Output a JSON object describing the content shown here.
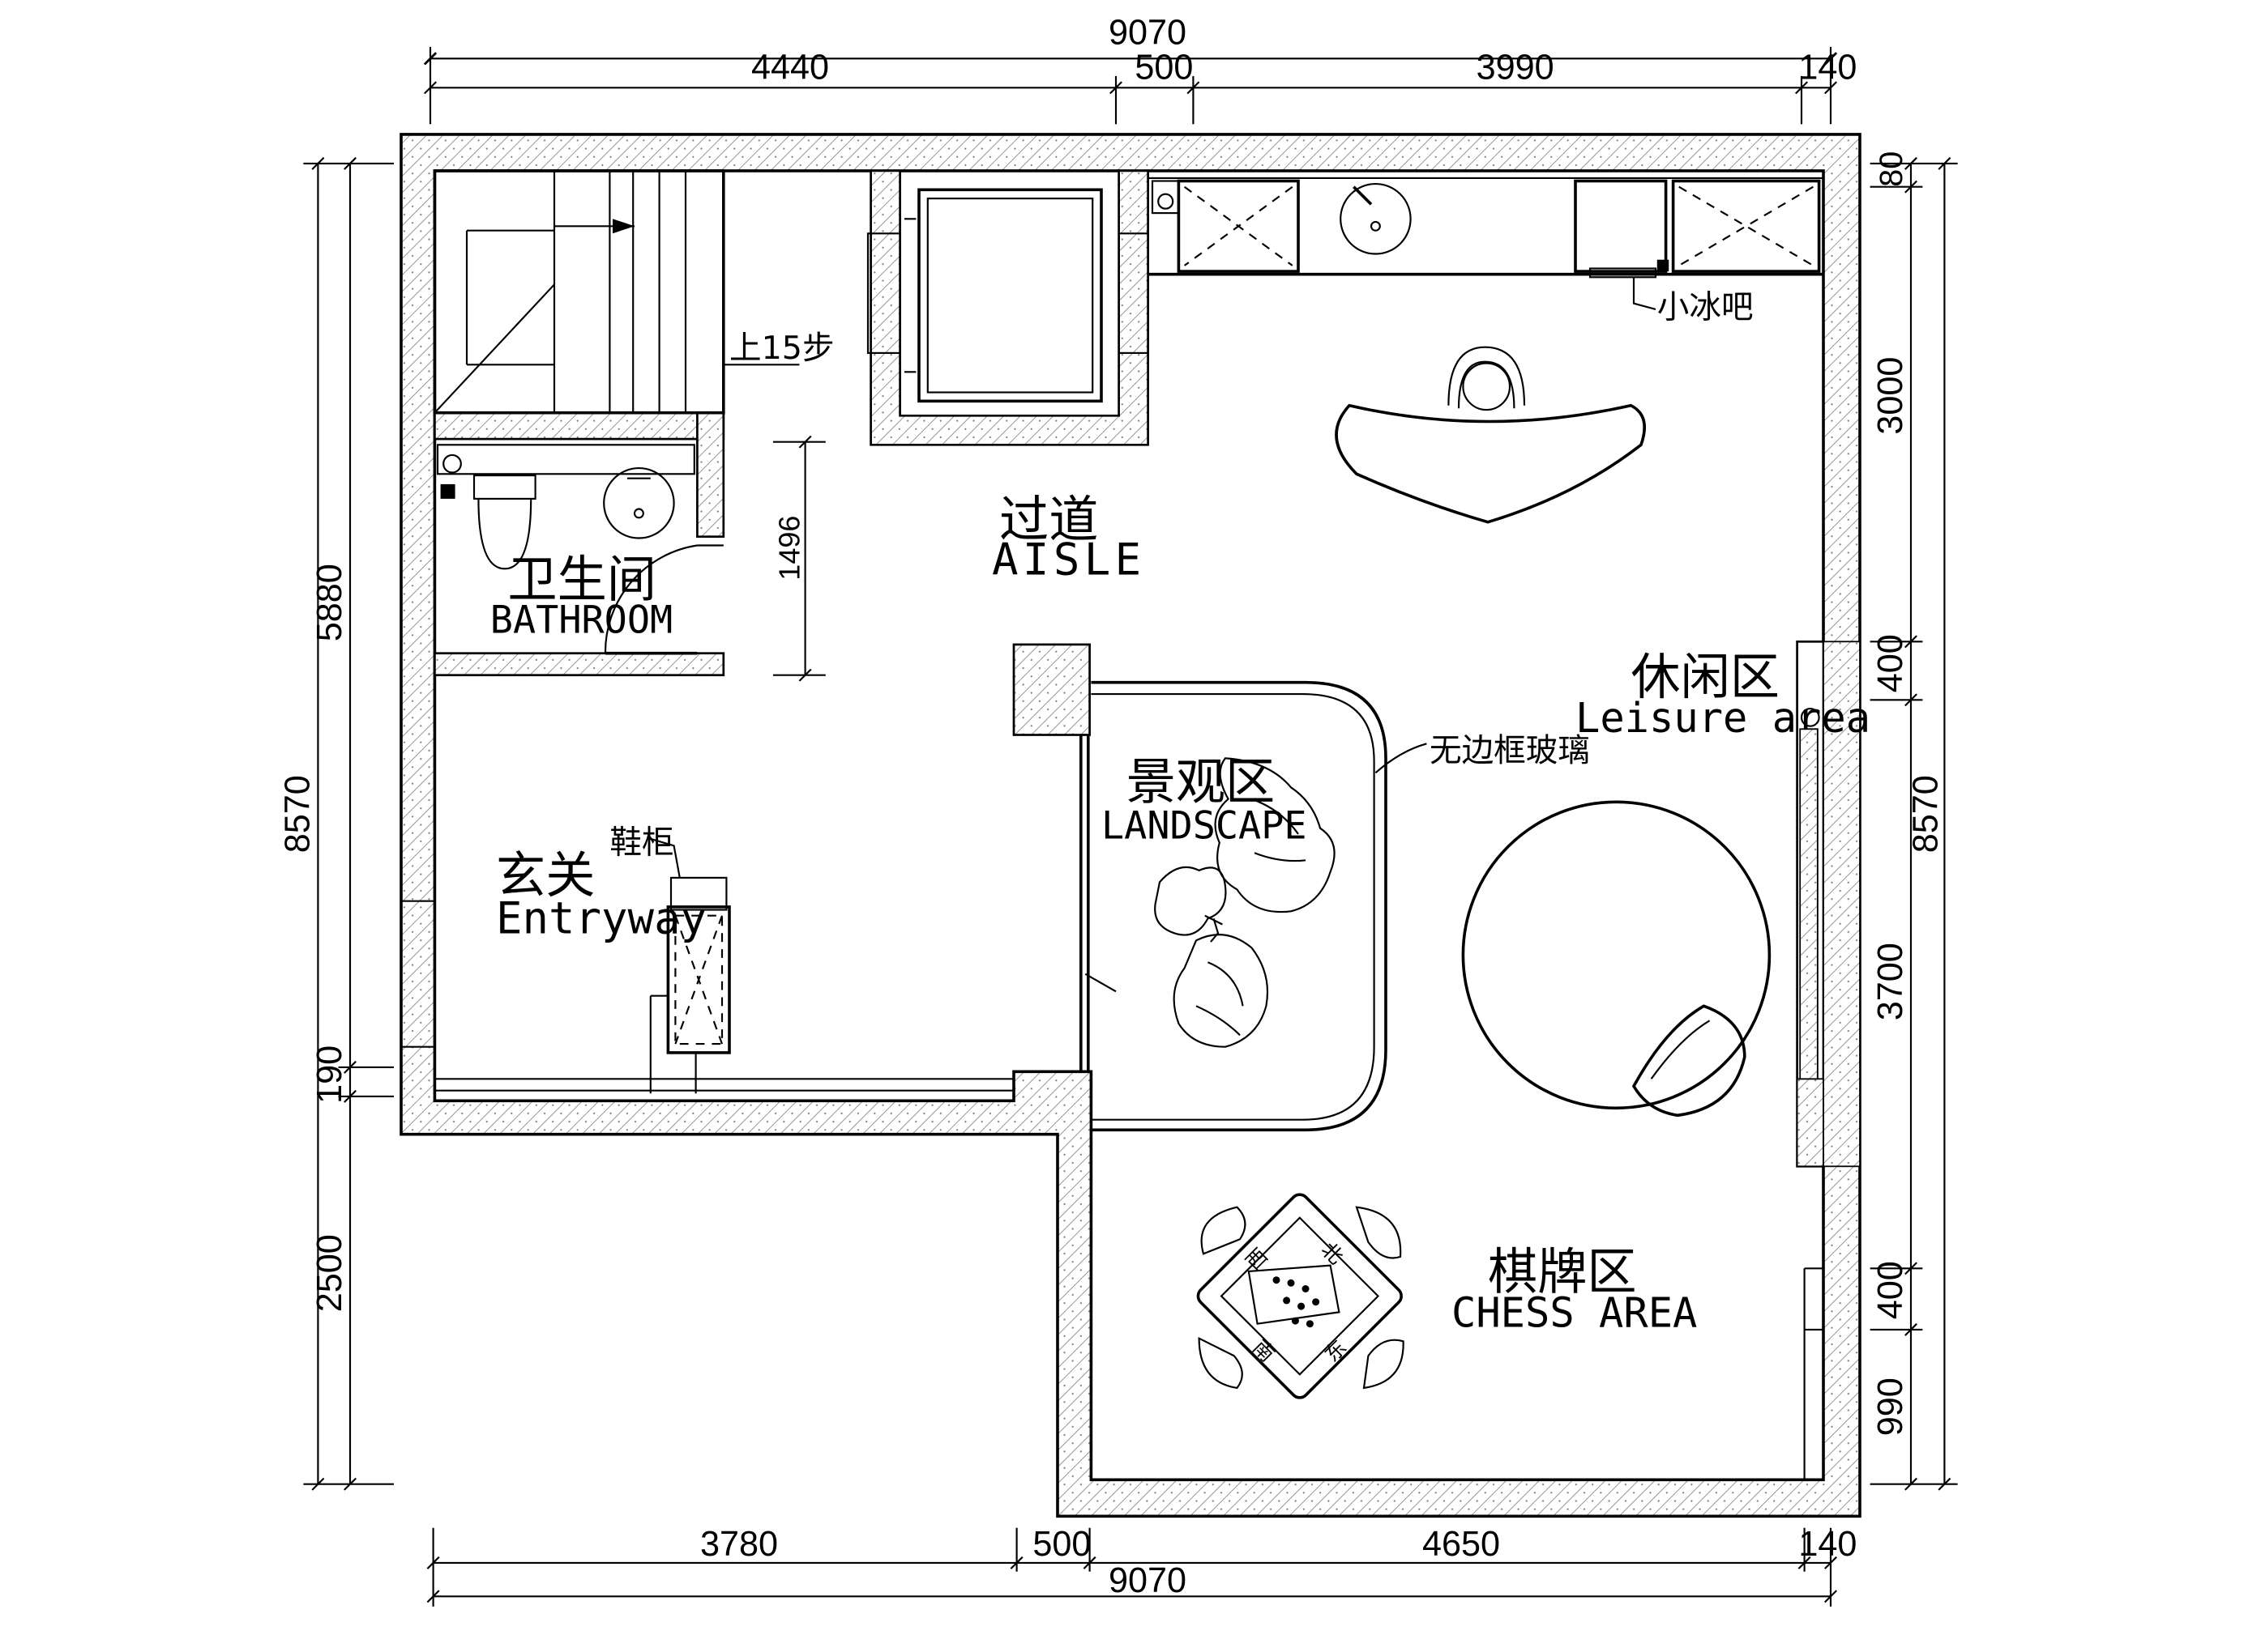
{
  "dimensions": {
    "top_total": "9070",
    "top_segments": [
      "4440",
      "500",
      "3990",
      "140"
    ],
    "bottom_total": "9070",
    "bottom_segments": [
      "3780",
      "500",
      "4650",
      "140"
    ],
    "left_total": "8570",
    "left_segments": [
      "5880",
      "190",
      "2500"
    ],
    "right_total": "8570",
    "right_segments": [
      "80",
      "3000",
      "400",
      "3700",
      "400",
      "990"
    ],
    "inner_vertical": "1496"
  },
  "rooms": {
    "aisle": {
      "zh": "过道",
      "en": "AISLE"
    },
    "bathroom": {
      "zh": "卫生间",
      "en": "BATHROOM"
    },
    "entryway": {
      "zh": "玄关",
      "en": "Entryway"
    },
    "landscape": {
      "zh": "景观区",
      "en": "LANDSCAPE"
    },
    "leisure": {
      "zh": "休闲区",
      "en": "Leisure area"
    },
    "chess": {
      "zh": "棋牌区",
      "en": "CHESS AREA"
    }
  },
  "notes": {
    "stairs": "上15步",
    "minibar": "小冰吧",
    "shoe_cabinet": "鞋柜",
    "frameless_glass": "无边框玻璃"
  },
  "mahjong_seats": [
    "西",
    "北",
    "南",
    "东"
  ],
  "colors": {
    "line": "#000000",
    "hatch": "#888888",
    "background": "#ffffff"
  }
}
